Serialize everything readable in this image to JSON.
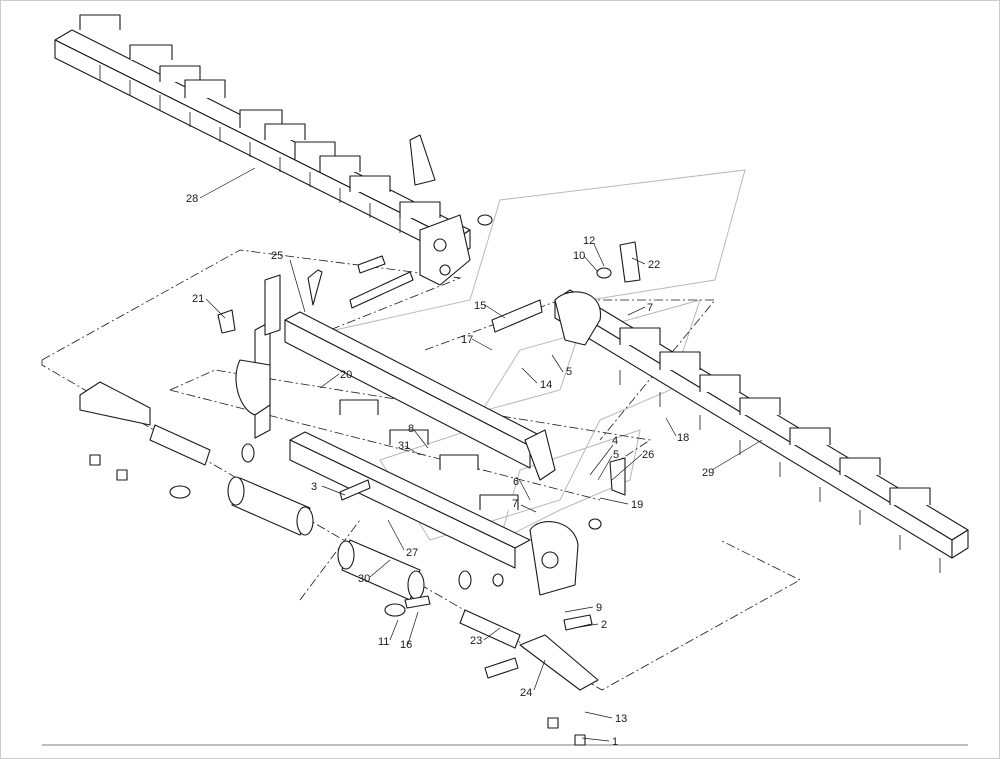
{
  "diagram": {
    "callouts": [
      {
        "id": "c1",
        "label": "1"
      },
      {
        "id": "c2",
        "label": "2"
      },
      {
        "id": "c3",
        "label": "3"
      },
      {
        "id": "c4",
        "label": "4"
      },
      {
        "id": "c5a",
        "label": "5"
      },
      {
        "id": "c5b",
        "label": "5"
      },
      {
        "id": "c6",
        "label": "6"
      },
      {
        "id": "c7a",
        "label": "7"
      },
      {
        "id": "c7b",
        "label": "7"
      },
      {
        "id": "c8",
        "label": "8"
      },
      {
        "id": "c9",
        "label": "9"
      },
      {
        "id": "c10",
        "label": "10"
      },
      {
        "id": "c11",
        "label": "11"
      },
      {
        "id": "c12",
        "label": "12"
      },
      {
        "id": "c13",
        "label": "13"
      },
      {
        "id": "c14",
        "label": "14"
      },
      {
        "id": "c15",
        "label": "15"
      },
      {
        "id": "c16",
        "label": "16"
      },
      {
        "id": "c17",
        "label": "17"
      },
      {
        "id": "c18",
        "label": "18"
      },
      {
        "id": "c19",
        "label": "19"
      },
      {
        "id": "c20",
        "label": "20"
      },
      {
        "id": "c21",
        "label": "21"
      },
      {
        "id": "c22",
        "label": "22"
      },
      {
        "id": "c23",
        "label": "23"
      },
      {
        "id": "c24",
        "label": "24"
      },
      {
        "id": "c25",
        "label": "25"
      },
      {
        "id": "c26",
        "label": "26"
      },
      {
        "id": "c27",
        "label": "27"
      },
      {
        "id": "c28",
        "label": "28"
      },
      {
        "id": "c29",
        "label": "29"
      },
      {
        "id": "c30",
        "label": "30"
      },
      {
        "id": "c31",
        "label": "31"
      }
    ]
  },
  "colors": {
    "line": "#1a1a1a",
    "background": "#ffffff",
    "watermark": "#b8b8b8"
  }
}
